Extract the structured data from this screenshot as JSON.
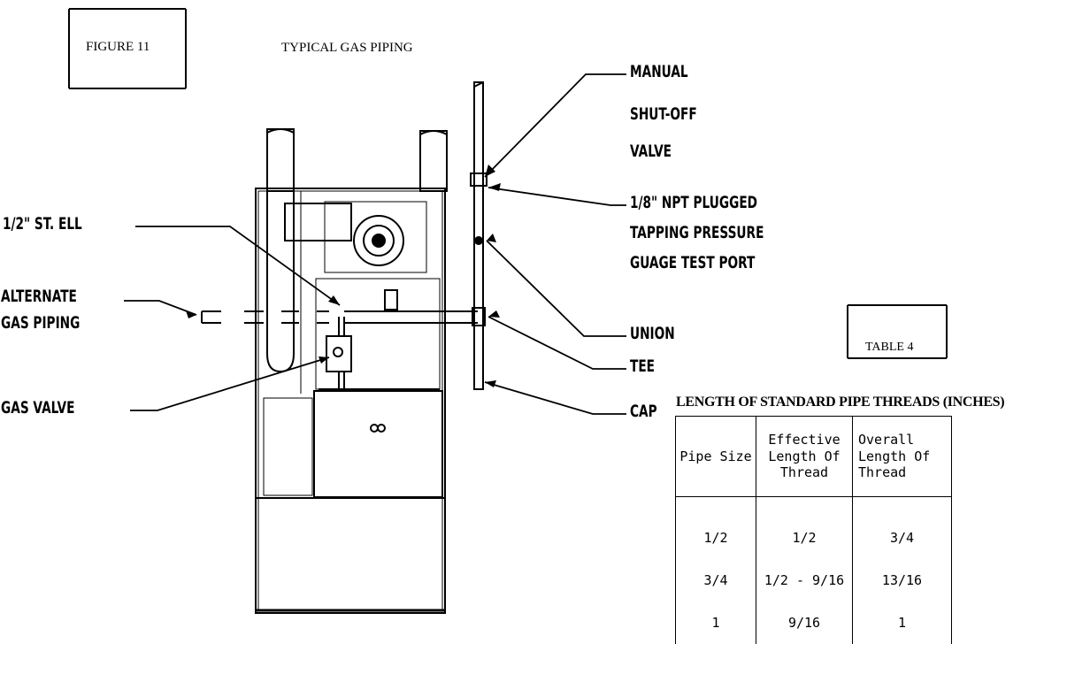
{
  "figure_label": "FIGURE 11",
  "title": "TYPICAL GAS PIPING",
  "callouts": {
    "manual_shutoff": [
      "MANUAL",
      "SHUT-OFF",
      "VALVE"
    ],
    "npt_port": [
      "1/8\" NPT PLUGGED",
      "TAPPING PRESSURE",
      "GUAGE TEST PORT"
    ],
    "union": "UNION",
    "tee": "TEE",
    "cap": "CAP",
    "st_ell": "1/2\" ST. ELL",
    "alternate": [
      "ALTERNATE",
      "GAS PIPING"
    ],
    "gas_valve": "GAS VALVE"
  },
  "table": {
    "label": "TABLE 4",
    "caption": "LENGTH OF STANDARD PIPE THREADS (INCHES)",
    "headers": [
      [
        "Pipe Size"
      ],
      [
        "Effective",
        "Length Of",
        "Thread"
      ],
      [
        "Overall",
        "Length Of",
        "Thread"
      ]
    ],
    "rows": [
      [
        "1/2",
        "1/2",
        "3/4"
      ],
      [
        "3/4",
        "1/2 - 9/16",
        "13/16"
      ],
      [
        "1",
        "9/16",
        "1"
      ]
    ]
  }
}
